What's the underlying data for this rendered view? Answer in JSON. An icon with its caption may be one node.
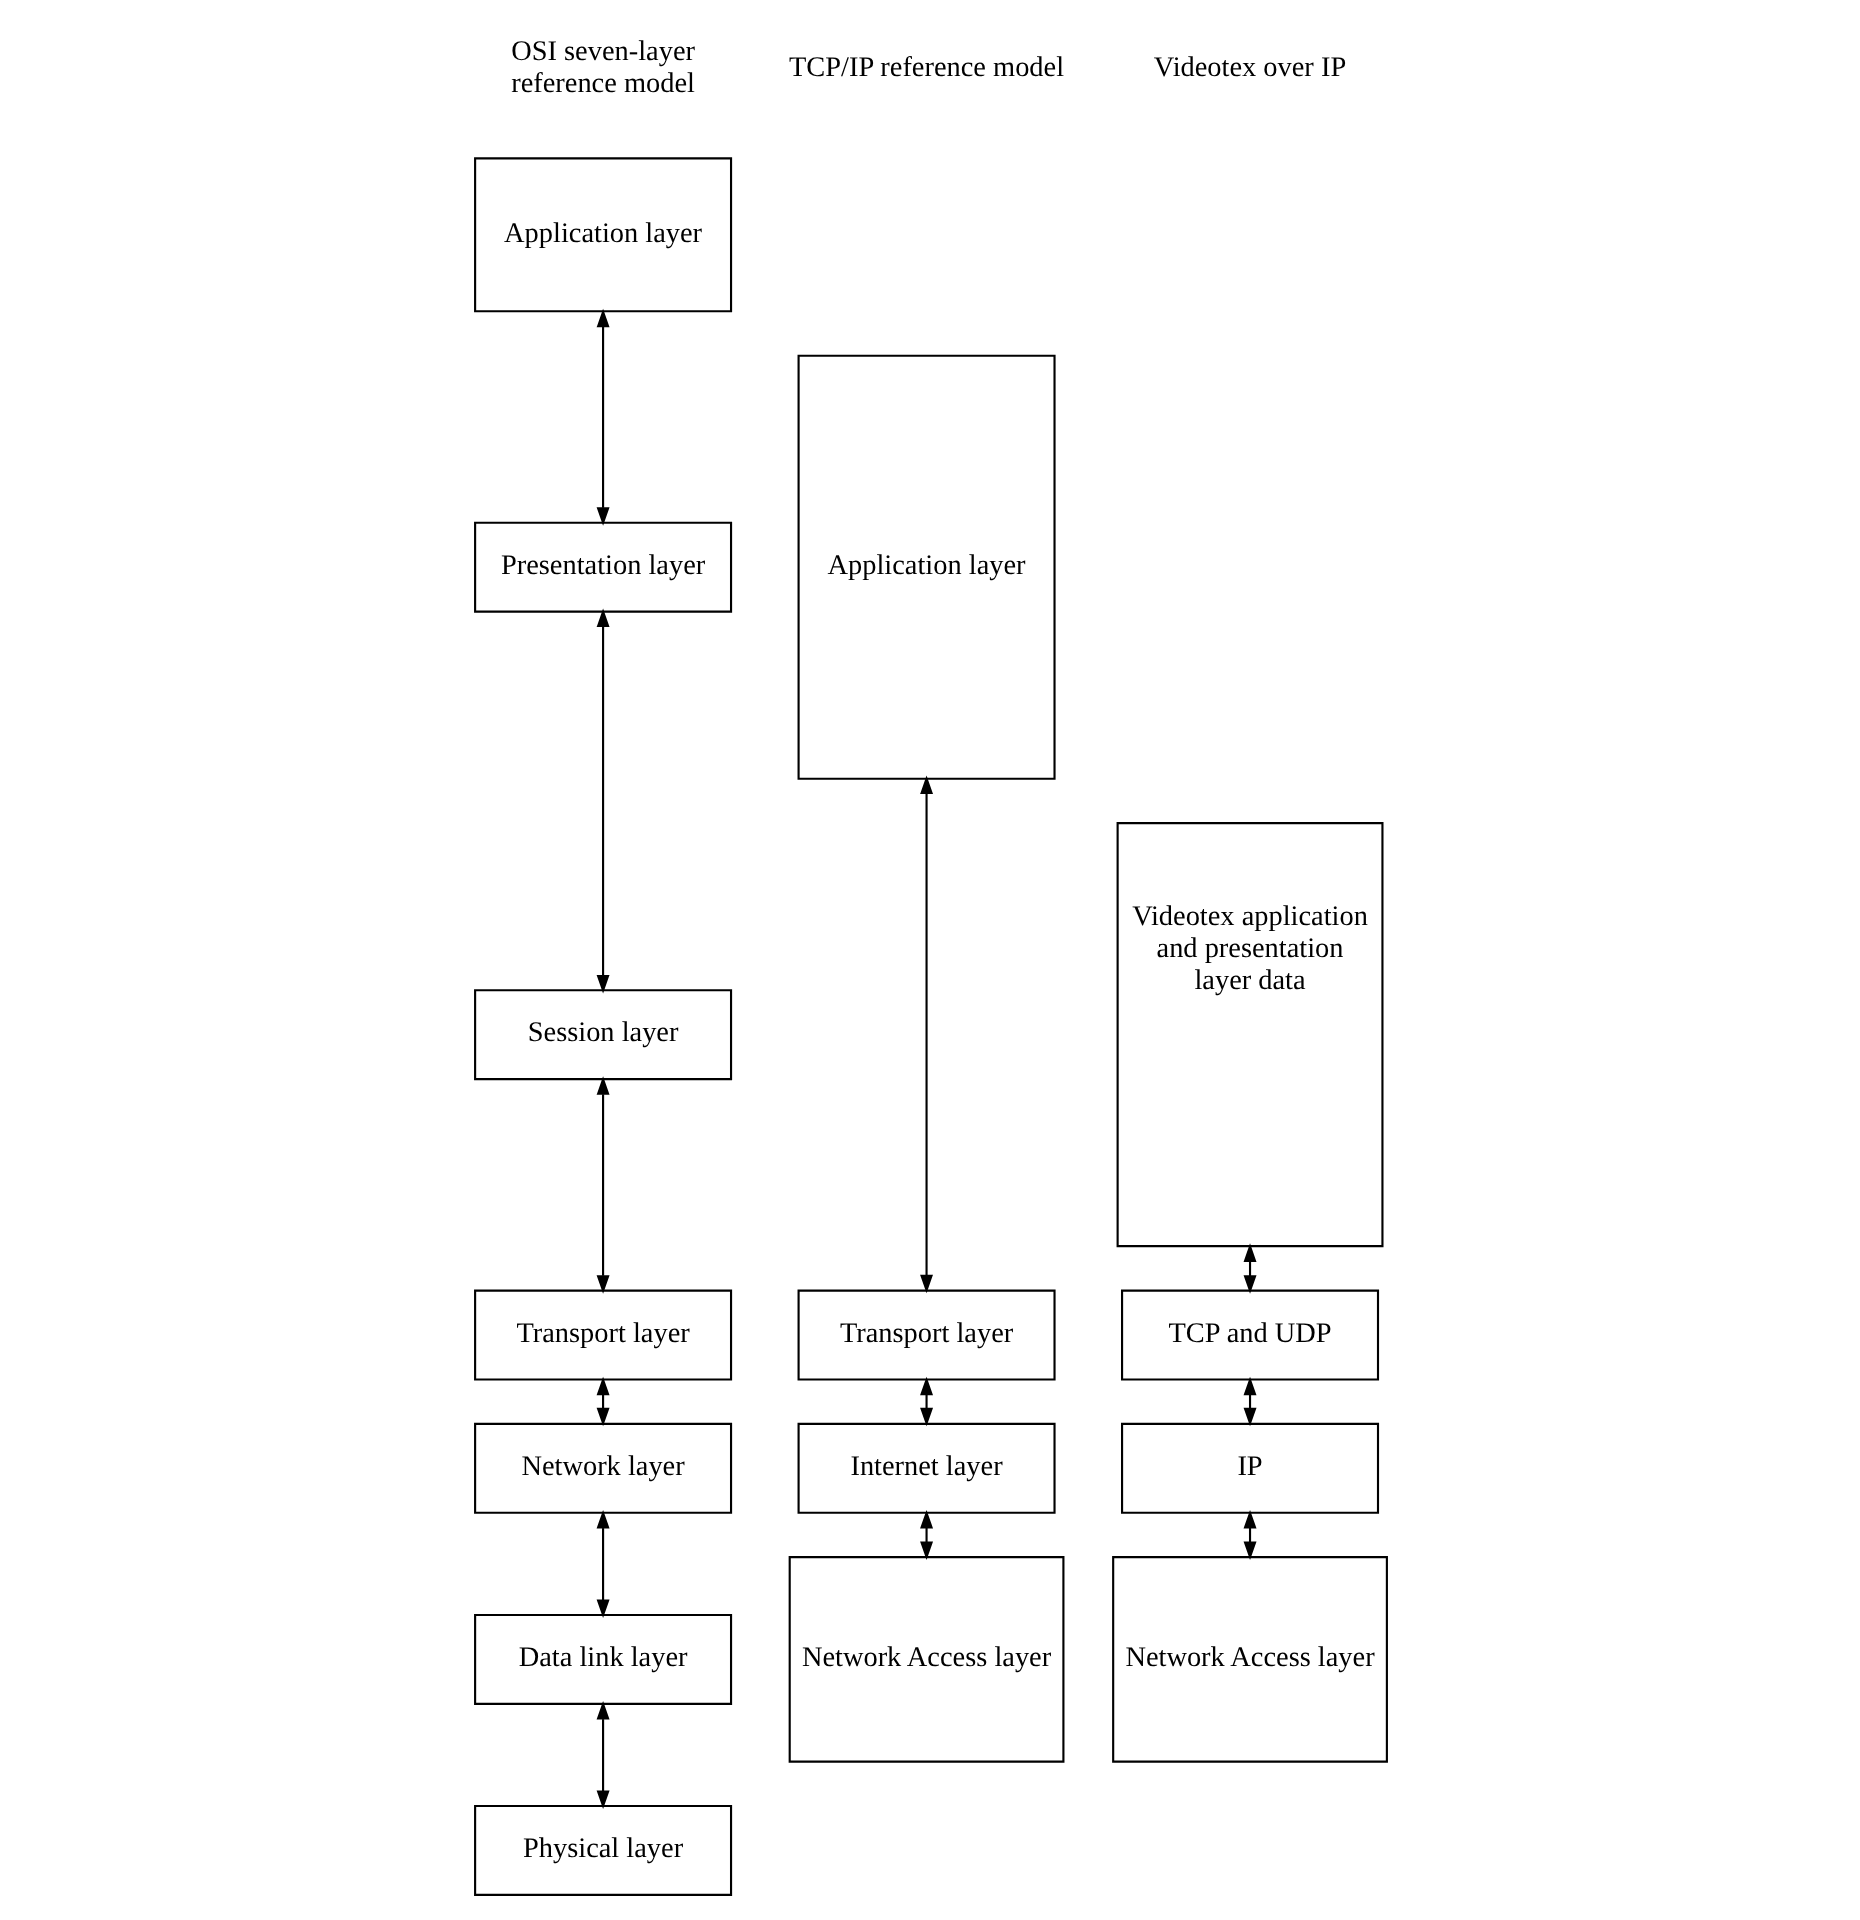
{
  "diagram": {
    "nodes": [
      {
        "text": [
          "Application layer"
        ]
      },
      {
        "text": [
          "Presentation layer"
        ]
      },
      {
        "text": [
          "Session layer"
        ]
      },
      {
        "text": [
          "Transport layer"
        ]
      },
      {
        "text": [
          "Network layer"
        ]
      },
      {
        "text": [
          "Data link layer"
        ]
      },
      {
        "text": [
          "Physical layer"
        ]
      },
      {
        "text": [
          "Application layer"
        ]
      },
      {
        "text": [
          "Transport layer"
        ]
      },
      {
        "text": [
          "Internet layer"
        ]
      },
      {
        "text": [
          "Network Access layer"
        ]
      },
      {
        "text": [
          "Videotex application and presentation layer data"
        ]
      },
      {
        "text": [
          "TCP and UDP"
        ]
      },
      {
        "text": [
          "IP"
        ]
      },
      {
        "text": [
          "Network Access layer"
        ]
      }
    ],
    "edges": [
      {
        "from": 0,
        "to": 1,
        "arrow": "both"
      },
      {
        "from": 1,
        "to": 2,
        "arrow": "both"
      },
      {
        "from": 2,
        "to": 3,
        "arrow": "both"
      },
      {
        "from": 3,
        "to": 4,
        "arrow": "both"
      },
      {
        "from": 4,
        "to": 5,
        "arrow": "both"
      },
      {
        "from": 5,
        "to": 6,
        "arrow": "both"
      },
      {
        "from": 7,
        "to": 8,
        "arrow": "both"
      },
      {
        "from": 8,
        "to": 9,
        "arrow": "both"
      },
      {
        "from": 9,
        "to": 10,
        "arrow": "both"
      },
      {
        "from": 11,
        "to": 12,
        "arrow": "both"
      },
      {
        "from": 12,
        "to": 13,
        "arrow": "both"
      },
      {
        "from": 13,
        "to": 14,
        "arrow": "both"
      }
    ],
    "labels": [
      "OSI seven-layer reference model",
      "TCP/IP reference model",
      "Videotex over IP"
    ]
  }
}
